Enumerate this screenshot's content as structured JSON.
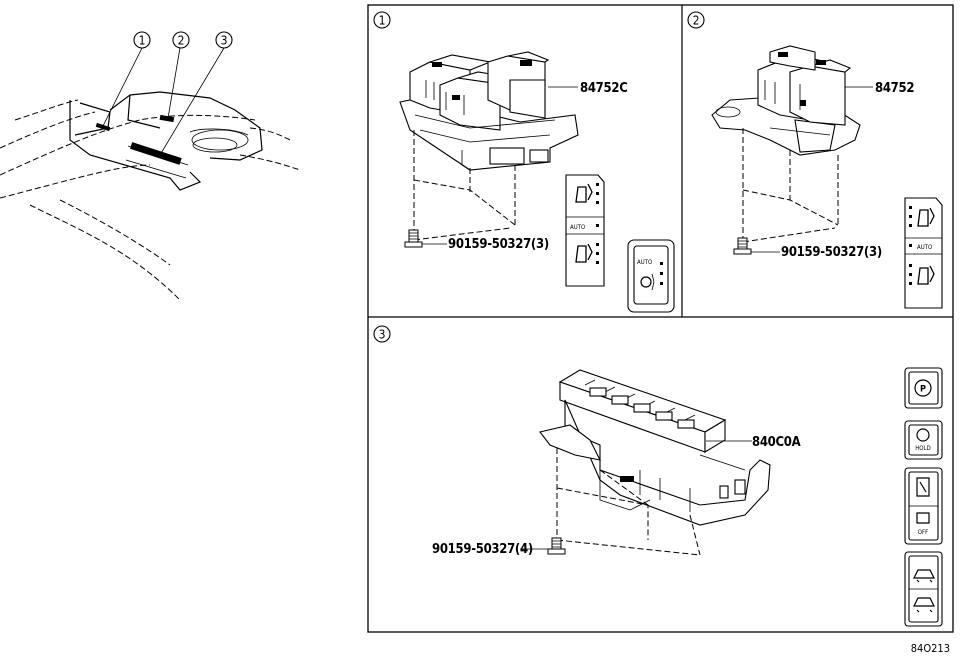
{
  "callouts": {
    "overview": [
      "①",
      "②",
      "③"
    ],
    "panel1": "①",
    "panel2": "②",
    "panel3": "③"
  },
  "parts": {
    "p1_assembly": "84752C",
    "p1_screw": "90159-50327(3)",
    "p2_assembly": "84752",
    "p2_screw": "90159-50327(3)",
    "p3_assembly": "840C0A",
    "p3_screw": "90159-50327(4)"
  },
  "switch_labels": {
    "auto": "AUTO",
    "hold": "HOLD",
    "off": "OFF"
  },
  "figure_id": "84O213"
}
